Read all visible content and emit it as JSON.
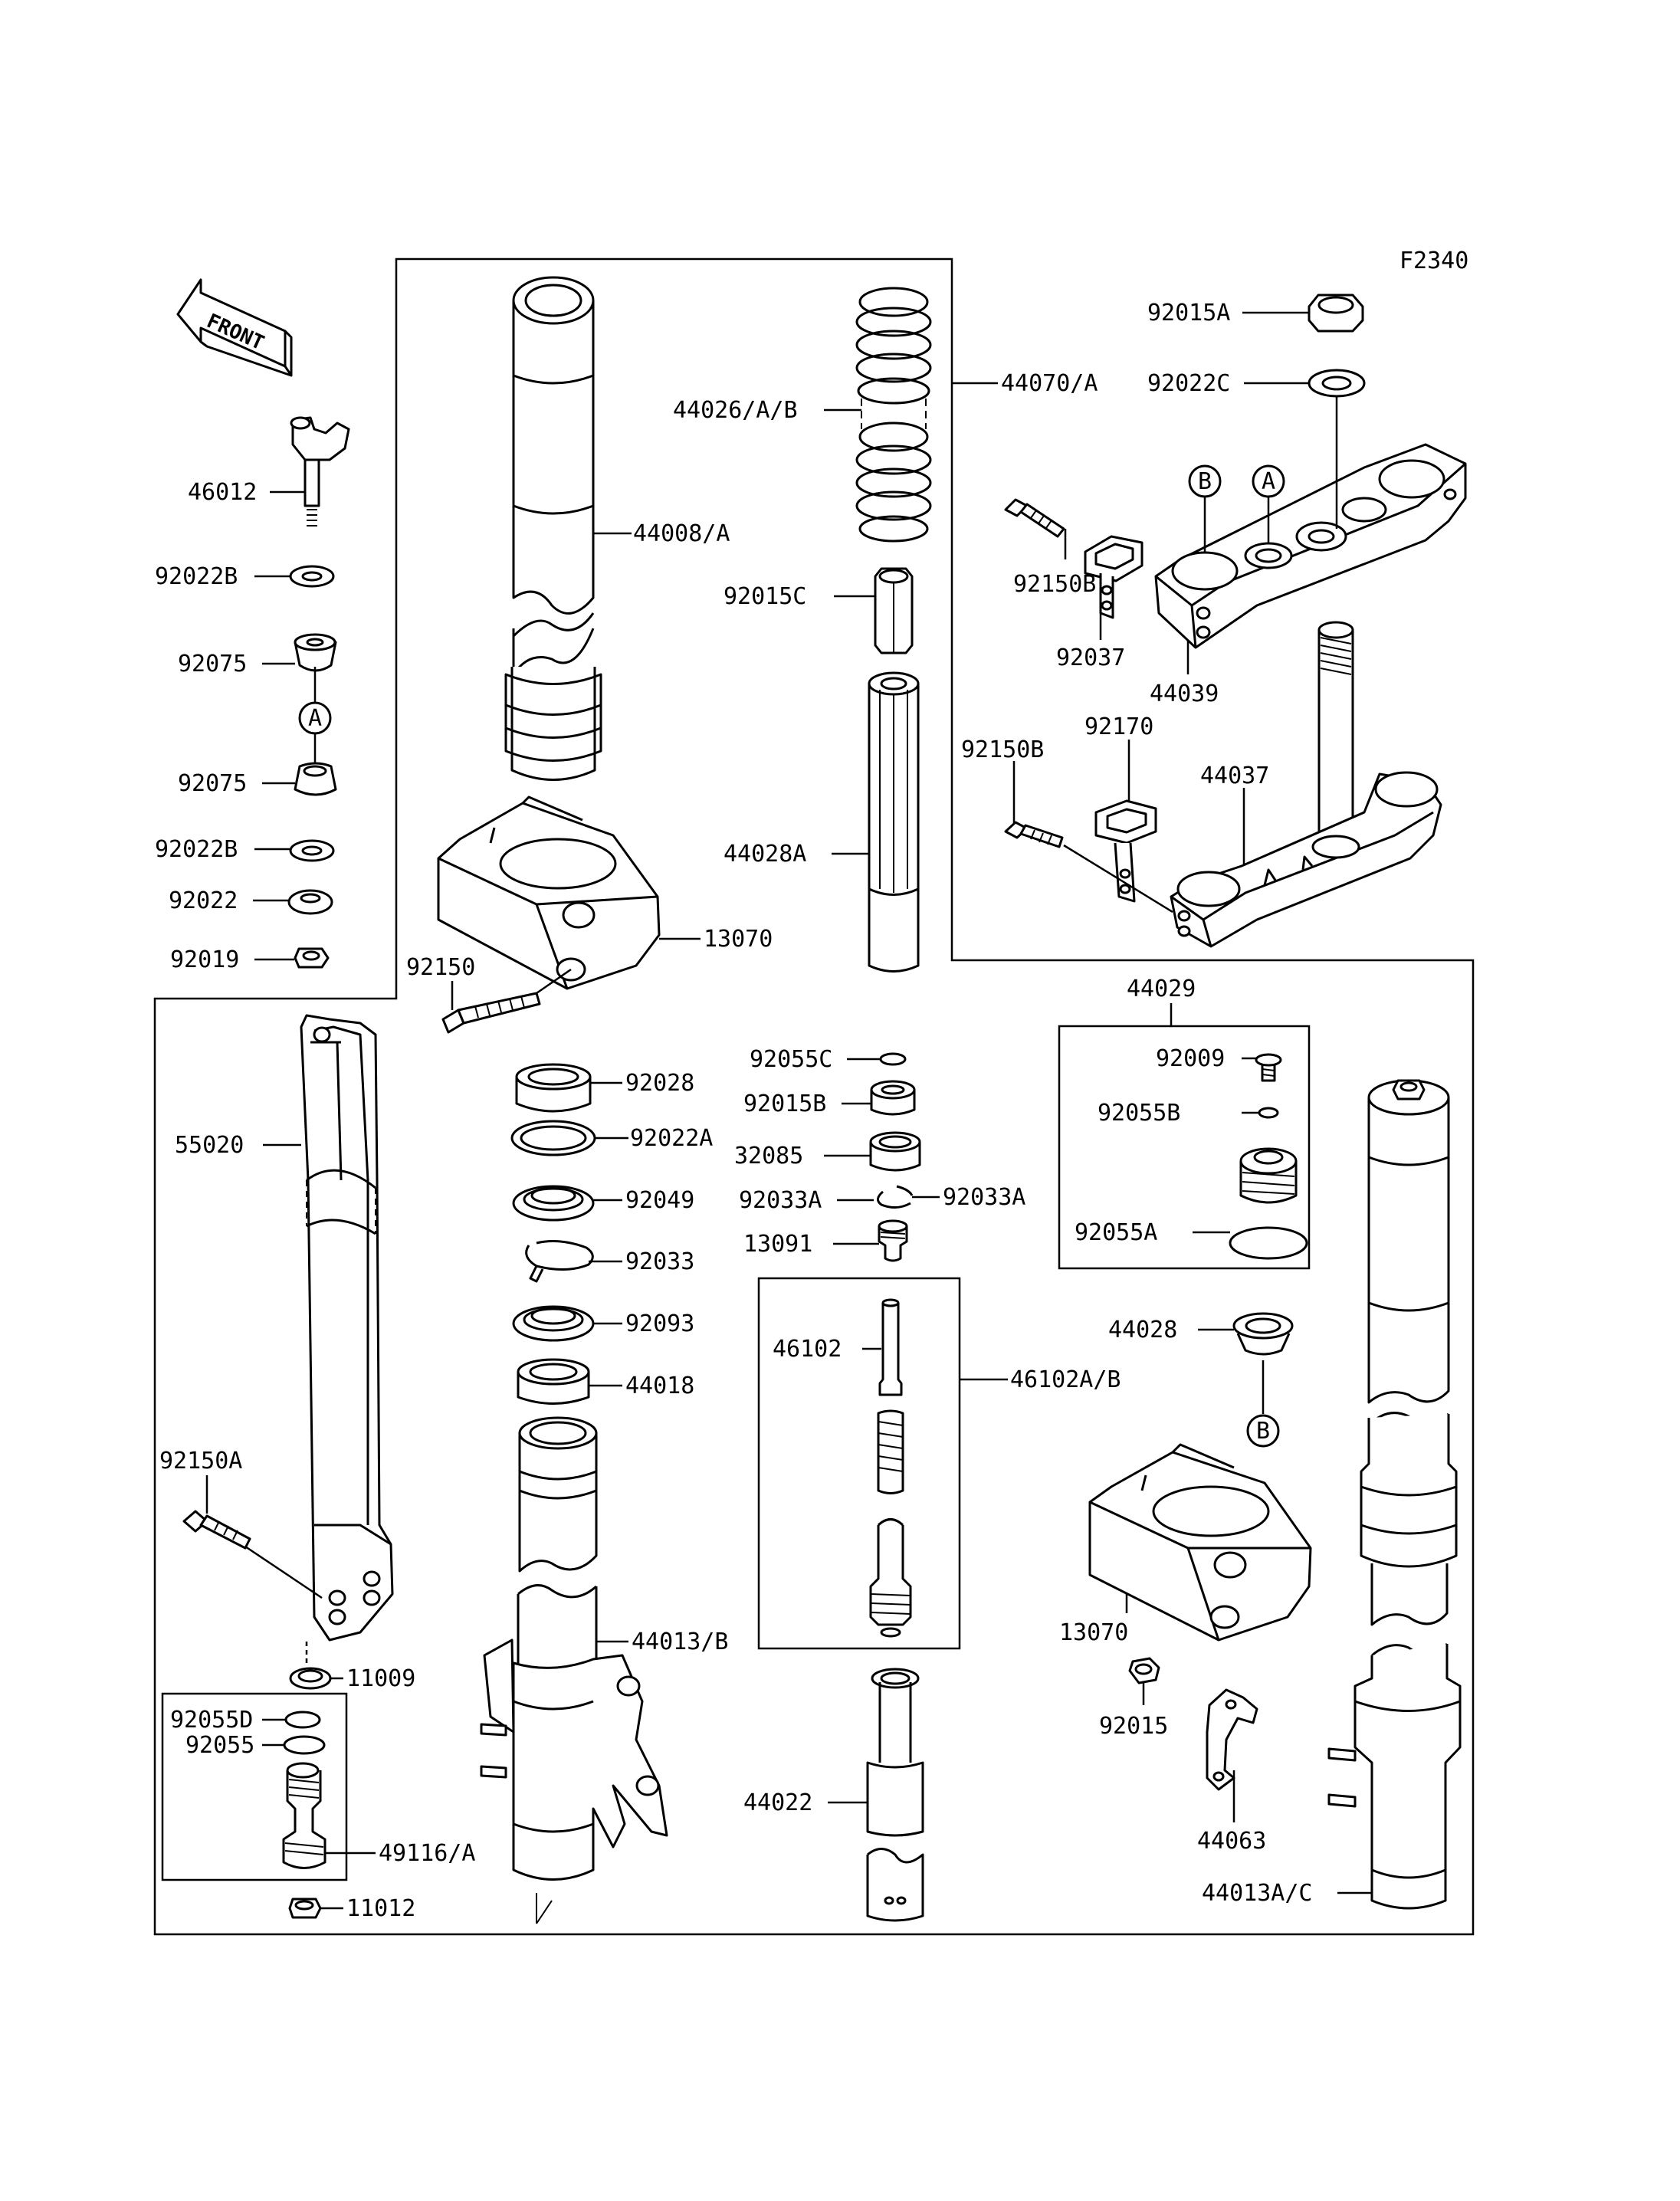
{
  "figure_code": "F2340",
  "front_label": "FRONT",
  "callouts": {
    "c_46012": "46012",
    "c_92022B_1": "92022B",
    "c_92075_1": "92075",
    "c_92075_2": "92075",
    "c_92022B_2": "92022B",
    "c_92022": "92022",
    "c_92019": "92019",
    "c_44008A": "44008/A",
    "c_44026": "44026/A/B",
    "c_44070": "44070/A",
    "c_92015A": "92015A",
    "c_92022C": "92022C",
    "c_92150B_1": "92150B",
    "c_92037": "92037",
    "c_44039": "44039",
    "c_92015C": "92015C",
    "c_44028A": "44028A",
    "c_92150B_2": "92150B",
    "c_92170": "92170",
    "c_44037": "44037",
    "c_13070_1": "13070",
    "c_92150": "92150",
    "c_44029": "44029",
    "c_92009": "92009",
    "c_92055B": "92055B",
    "c_92055A": "92055A",
    "c_55020": "55020",
    "c_92028": "92028",
    "c_92022A": "92022A",
    "c_92049": "92049",
    "c_92033": "92033",
    "c_92093": "92093",
    "c_44018": "44018",
    "c_92055C": "92055C",
    "c_92015B": "92015B",
    "c_32085": "32085",
    "c_92033A_L": "92033A",
    "c_92033A_R": "92033A",
    "c_13091": "13091",
    "c_46102": "46102",
    "c_46102AB": "46102A/B",
    "c_44028": "44028",
    "c_92150A": "92150A",
    "c_13070_2": "13070",
    "c_92015": "92015",
    "c_44063": "44063",
    "c_44013B": "44013/B",
    "c_11009": "11009",
    "c_92055D": "92055D",
    "c_92055": "92055",
    "c_49116A": "49116/A",
    "c_11012": "11012",
    "c_44022": "44022",
    "c_44013AC": "44013A/C"
  },
  "ref_markers": {
    "marker_a_1": "A",
    "marker_a_2": "A",
    "marker_b_1": "B",
    "marker_b_2": "B"
  }
}
